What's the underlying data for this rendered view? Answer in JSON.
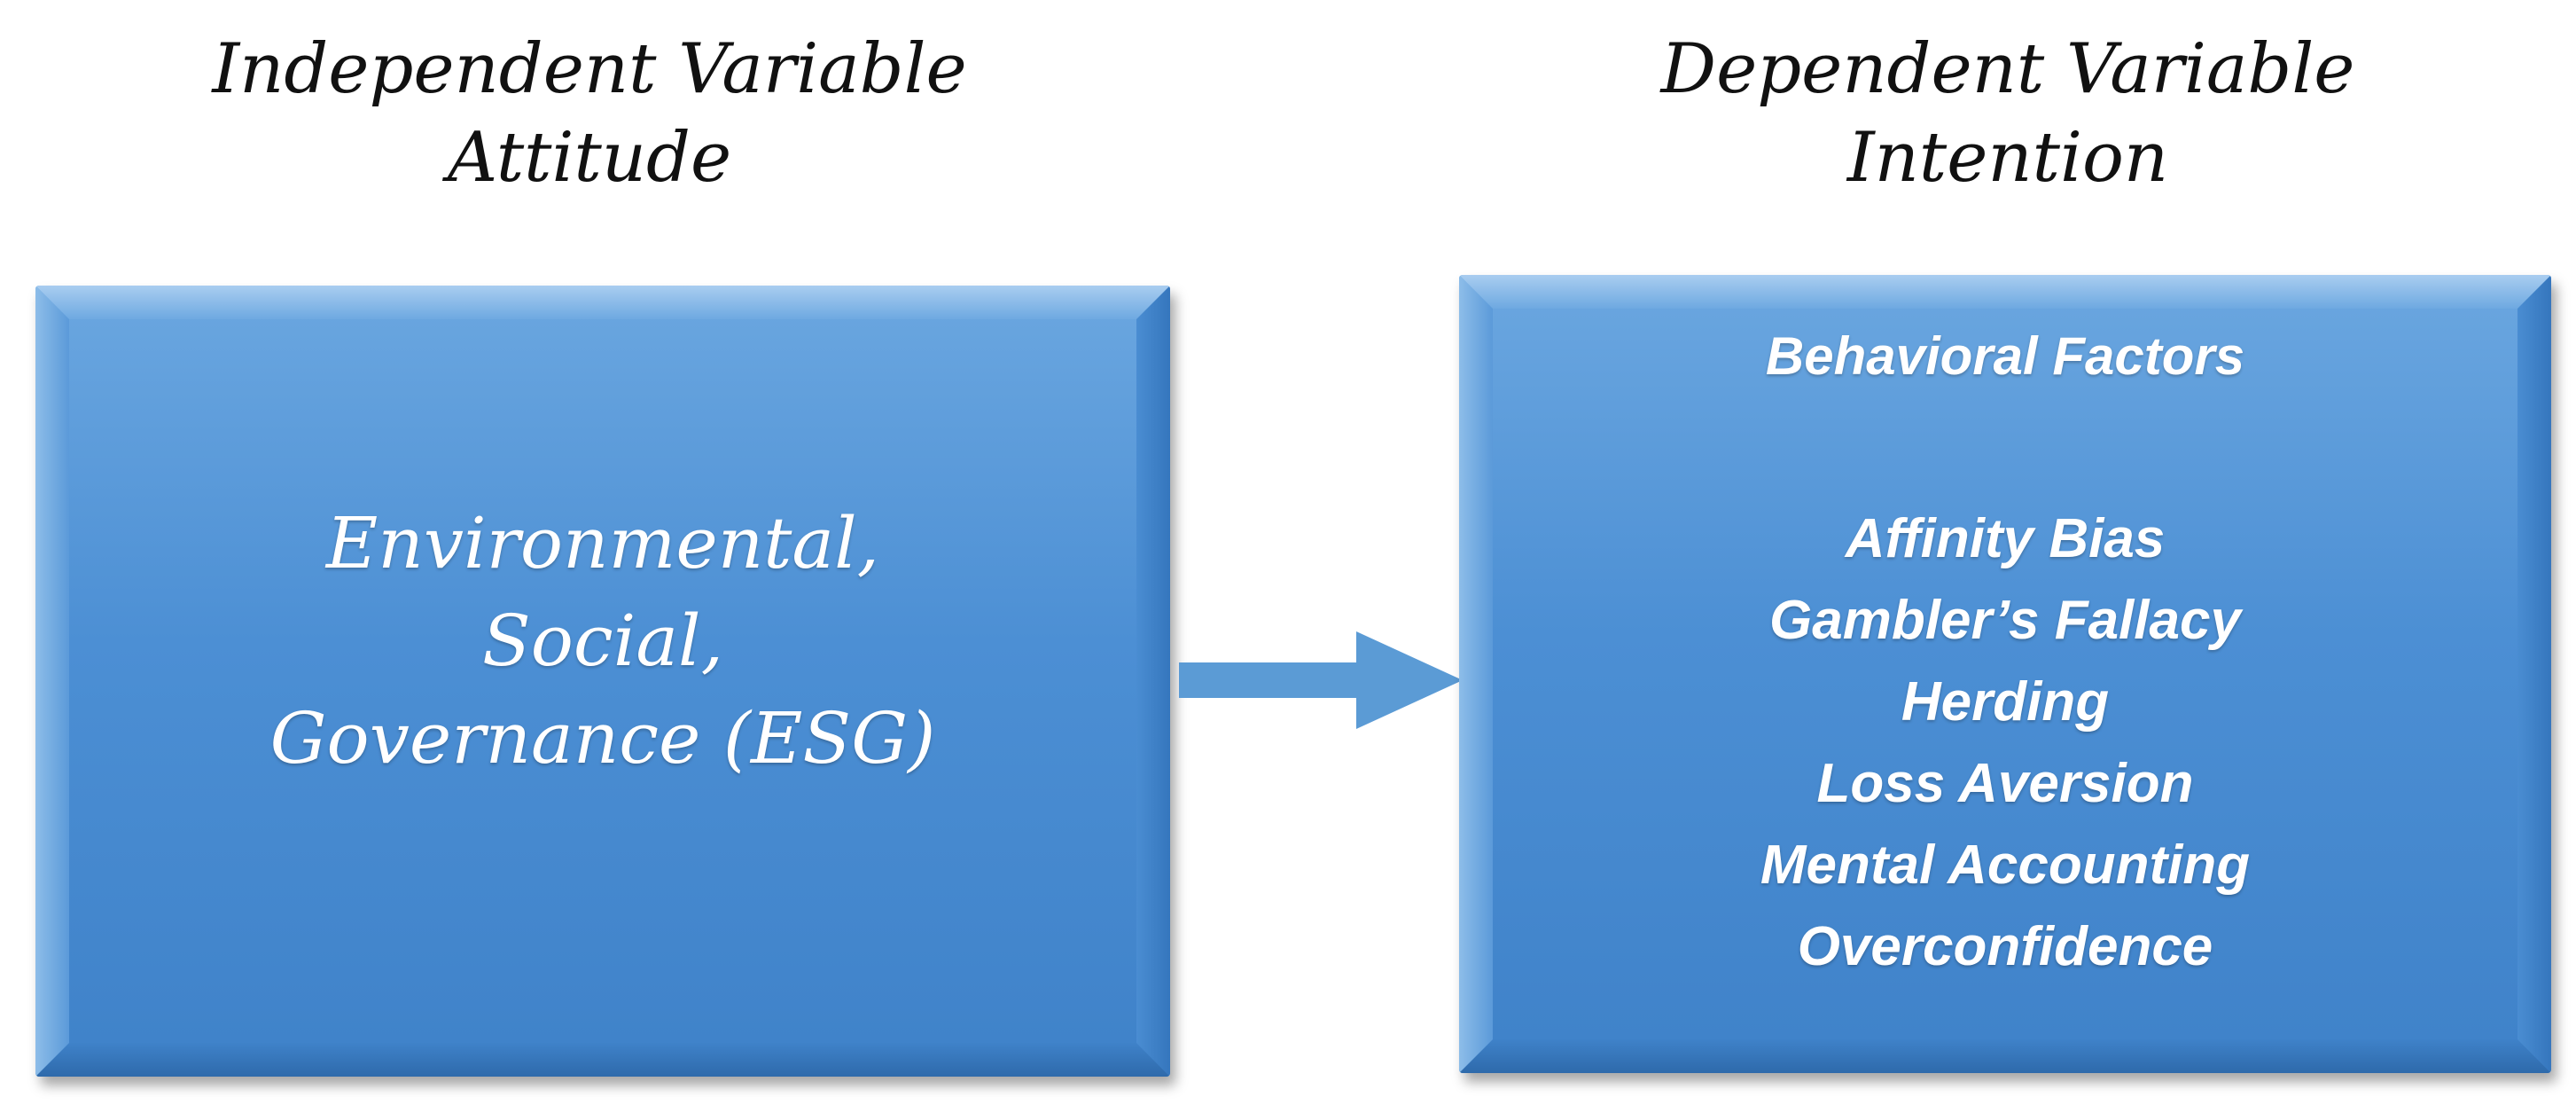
{
  "left_heading": {
    "line1": "Independent Variable",
    "line2": "Attitude"
  },
  "right_heading": {
    "line1": "Dependent Variable",
    "line2": "Intention"
  },
  "left_box": {
    "lines": [
      "Environmental,",
      "Social,",
      "Governance (ESG)"
    ]
  },
  "right_box": {
    "title": "Behavioral Factors",
    "factors": [
      "Affinity Bias",
      "Gambler’s Fallacy",
      "Herding",
      "Loss Aversion",
      "Mental Accounting",
      "Overconfidence"
    ]
  },
  "colors": {
    "box_fill": "#4c8fd4",
    "arrow": "#5b9bd5",
    "text_on_box": "#ffffff",
    "heading_text": "#111111"
  }
}
